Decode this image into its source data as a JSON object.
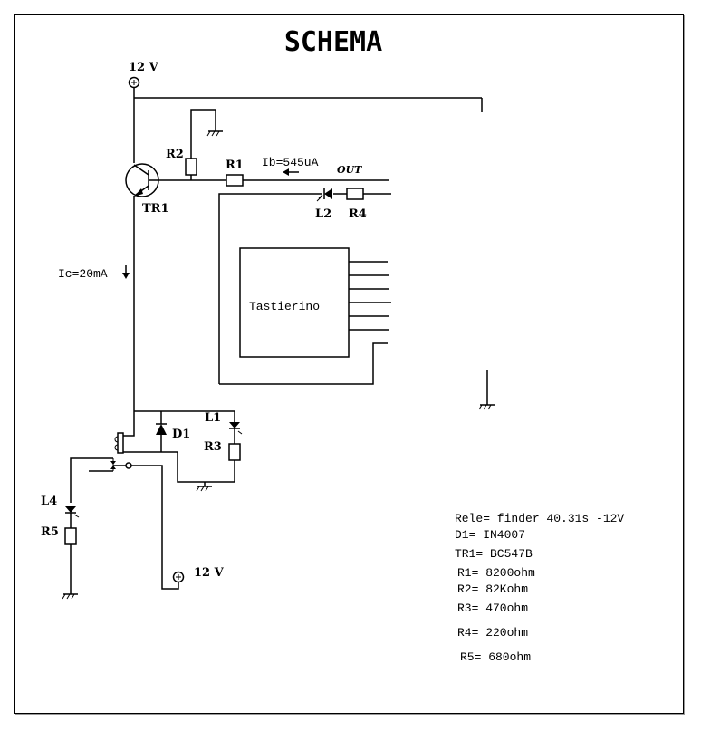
{
  "title": "SCHEMA",
  "supply": {
    "top_label": "12 V",
    "bottom_label": "12 V"
  },
  "components": {
    "transistor": "TR1",
    "r1": "R1",
    "r2": "R2",
    "r3": "R3",
    "r4": "R4",
    "r5": "R5",
    "l1": "L1",
    "l2": "L2",
    "l4": "L4",
    "d1": "D1"
  },
  "annotations": {
    "ib": "Ib=545uA",
    "ic": "Ic=20mA",
    "out": "OUT",
    "keypad": "Tastierino"
  },
  "bom": [
    "Rele= finder 40.31s -12V",
    "D1= IN4007",
    "TR1= BC547B",
    "R1= 8200ohm",
    "R2= 82Kohm",
    "R3= 470ohm",
    "R4= 220ohm",
    "R5= 680ohm"
  ]
}
